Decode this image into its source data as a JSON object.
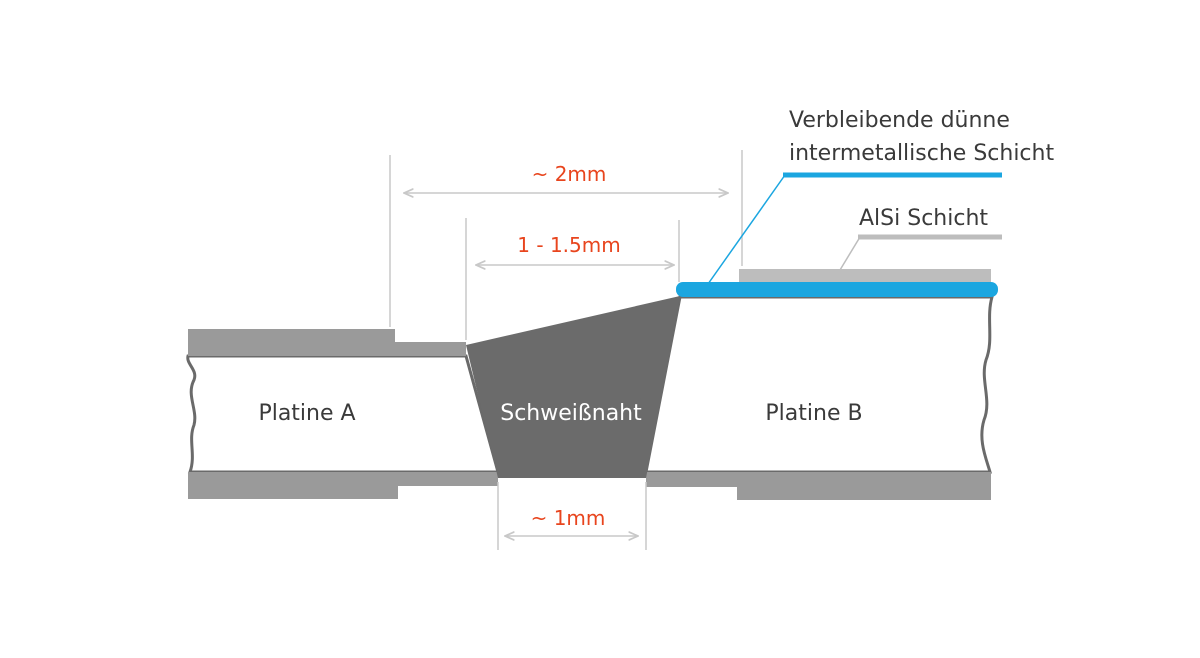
{
  "labels": {
    "platine_a": "Platine A",
    "platine_b": "Platine B",
    "schweissnaht": "Schweißnaht",
    "dim_top": "~ 2mm",
    "dim_mid": "1 -  1.5mm",
    "dim_bottom": "~ 1mm",
    "callout_intermetallic_line1": "Verbleibende dünne",
    "callout_intermetallic_line2": "intermetallische Schicht",
    "callout_alsi": "AlSi Schicht"
  },
  "colors": {
    "coating_gray": "#9a9a9a",
    "weld": "#6b6b6b",
    "outline": "#6a6a6a",
    "dimension_line": "#c8c8c8",
    "dimension_text": "#e8451e",
    "intermetallic": "#1ba6e0",
    "alsi": "#bdbdbd",
    "text": "#3a3a3a"
  }
}
